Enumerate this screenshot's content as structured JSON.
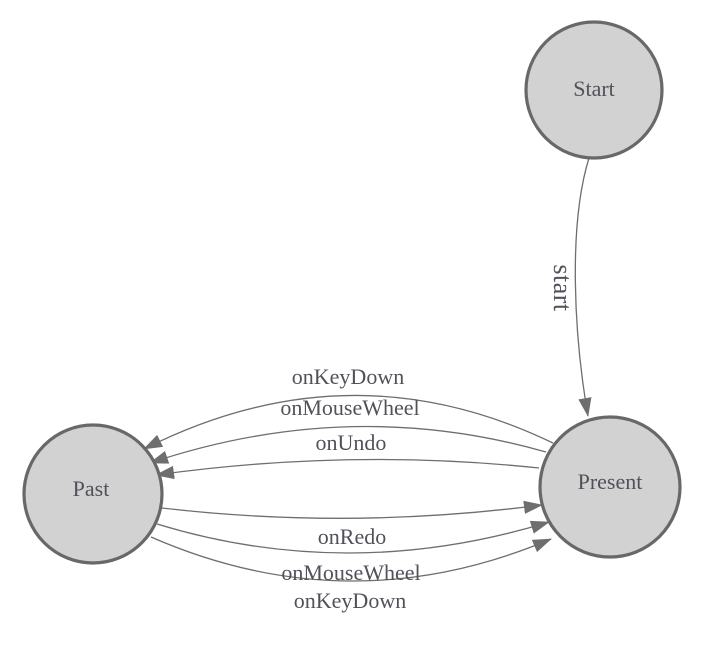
{
  "diagram": {
    "type": "state-machine-graph",
    "colors": {
      "background": "#ffffff",
      "node_fill": "#d2d2d2",
      "node_stroke": "#686868",
      "edge": "#6e6e6e",
      "label": "#51515a"
    },
    "nodes": {
      "start": {
        "label": "Start"
      },
      "present": {
        "label": "Present"
      },
      "past": {
        "label": "Past"
      }
    },
    "edges": [
      {
        "from": "Start",
        "to": "Present",
        "label": "start"
      },
      {
        "from": "Present",
        "to": "Past",
        "label": "onKeyDown"
      },
      {
        "from": "Present",
        "to": "Past",
        "label": "onMouseWheel"
      },
      {
        "from": "Present",
        "to": "Past",
        "label": "onUndo"
      },
      {
        "from": "Past",
        "to": "Present",
        "label": "onRedo"
      },
      {
        "from": "Past",
        "to": "Present",
        "label": "onMouseWheel"
      },
      {
        "from": "Past",
        "to": "Present",
        "label": "onKeyDown"
      }
    ]
  }
}
